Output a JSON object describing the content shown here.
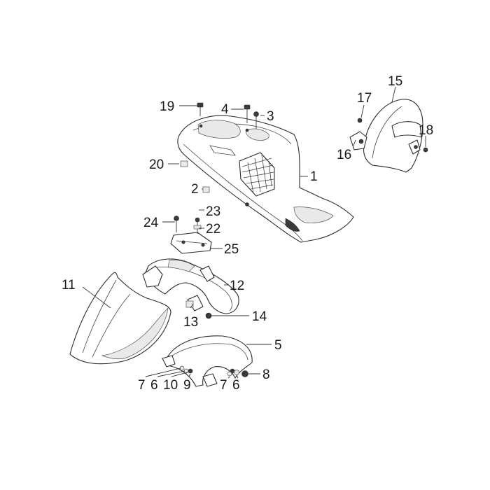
{
  "callouts": [
    {
      "id": "c1",
      "text": "1"
    },
    {
      "id": "c2",
      "text": "2"
    },
    {
      "id": "c3",
      "text": "3"
    },
    {
      "id": "c4",
      "text": "4"
    },
    {
      "id": "c5",
      "text": "5"
    },
    {
      "id": "c6a",
      "text": "6"
    },
    {
      "id": "c6b",
      "text": "6"
    },
    {
      "id": "c7a",
      "text": "7"
    },
    {
      "id": "c7b",
      "text": "7"
    },
    {
      "id": "c8",
      "text": "8"
    },
    {
      "id": "c9",
      "text": "9"
    },
    {
      "id": "c10",
      "text": "10"
    },
    {
      "id": "c11",
      "text": "11"
    },
    {
      "id": "c12",
      "text": "12"
    },
    {
      "id": "c13",
      "text": "13"
    },
    {
      "id": "c14",
      "text": "14"
    },
    {
      "id": "c15",
      "text": "15"
    },
    {
      "id": "c16",
      "text": "16"
    },
    {
      "id": "c17",
      "text": "17"
    },
    {
      "id": "c18",
      "text": "18"
    },
    {
      "id": "c19",
      "text": "19"
    },
    {
      "id": "c20",
      "text": "20"
    },
    {
      "id": "c22",
      "text": "22"
    },
    {
      "id": "c23",
      "text": "23"
    },
    {
      "id": "c24",
      "text": "24"
    },
    {
      "id": "c25",
      "text": "25"
    }
  ]
}
